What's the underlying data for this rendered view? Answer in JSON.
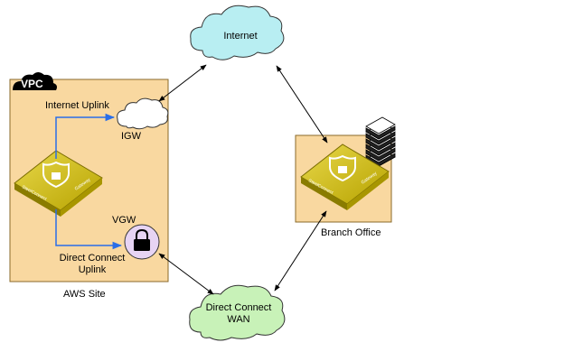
{
  "vpc": {
    "tag": "VPC",
    "site_label": "AWS Site"
  },
  "igw": {
    "label": "IGW",
    "uplink_label": "Internet Uplink"
  },
  "vgw": {
    "label": "VGW",
    "uplink_label_1": "Direct Connect",
    "uplink_label_2": "Uplink"
  },
  "internet": {
    "label": "Internet"
  },
  "dcwan": {
    "label_1": "Direct Connect",
    "label_2": "WAN"
  },
  "branch": {
    "label": "Branch Office"
  },
  "appliance": {
    "text_left": "SteelConnect",
    "text_right": "Gateway"
  },
  "colors": {
    "site_fill": "#f9d8a0",
    "site_stroke": "#8a6a2a",
    "internet_cloud": "#b8eef2",
    "wan_cloud": "#c8f2b8",
    "igw_cloud": "#ffffff",
    "vgw_fill": "#e7d4f4",
    "uplink_arrow": "#2a6ee8",
    "appliance": "#c9b800"
  }
}
